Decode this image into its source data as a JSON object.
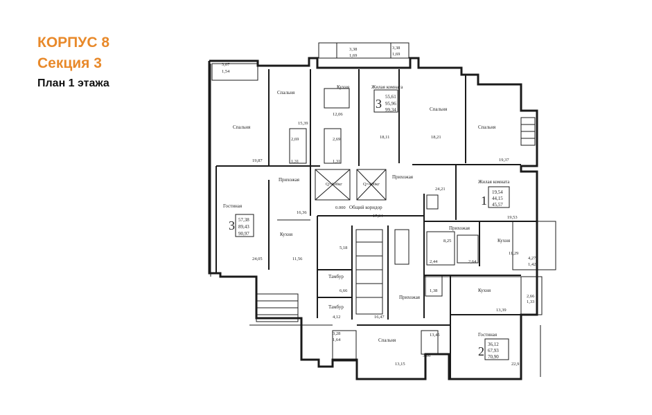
{
  "header": {
    "building": "КОРПУС 8",
    "section": "Секция 3",
    "plan": "План 1 этажа"
  },
  "colors": {
    "accent": "#e8892a",
    "lines": "#1a1a1a"
  },
  "plan": {
    "rooms": {
      "bedroom_nw": "Спальня",
      "bedroom_n2": "Спальня",
      "kitchen_n": "Кухня",
      "living_n": "Жилая комната",
      "bedroom_ne1": "Спальня",
      "bedroom_ne2": "Спальня",
      "hall_nw": "Прихожая",
      "lounge_w": "Гостиная",
      "kitchen_w": "Кухня",
      "corridor_label": "Общий коридор",
      "hall_center": "Прихожая",
      "living_e": "Жилая комната",
      "hall_e": "Прихожая",
      "kitchen_e": "Кухня",
      "vestibule1": "Тамбур",
      "vestibule2": "Тамбур",
      "hall_s": "Прихожая",
      "kitchen_se": "Кухня",
      "bedroom_s": "Спальня",
      "lounge_se": "Гостиная"
    },
    "areas": {
      "a3_07": "3,07",
      "a1_54": "1,54",
      "a3_38a": "3,38",
      "a1_69a": "1,69",
      "a3_38b": "3,38",
      "a1_69b": "1,69",
      "a15_39": "15,39",
      "a19_87": "19,87",
      "a2_69a": "2,69",
      "a1_31a": "1,31",
      "a12_06": "12,06",
      "a2_69b": "2,69",
      "a1_31b": "1,31",
      "a18_11": "18,11",
      "a18_21": "18,21",
      "a19_37": "19,37",
      "a24_21": "24,21",
      "a16_36": "16,36",
      "a17_34": "17,34",
      "a19_53": "19,53",
      "a24_05": "24,05",
      "a11_56": "11,56",
      "a5_18": "5,18",
      "a8_25": "8,25",
      "a2_44": "2,44",
      "a2_64": "2,64",
      "a11_29": "11,29",
      "a4_27": "4,27",
      "a1_42": "1,42",
      "a6_66": "6,66",
      "a1_38": "1,38",
      "a2_66": "2,66",
      "a1_33": "1,33",
      "a4_12": "4,12",
      "a16_47": "16,47",
      "a13_39": "13,39",
      "a3_28": "3,28",
      "a1_64": "1,64",
      "a13_45": "13,45",
      "a3_66": "3,66",
      "a13_15": "13,15",
      "a22_9": "22,9",
      "zero": "0.000",
      "lift1": "Q=400кг",
      "lift2": "Q=400кг"
    },
    "apartments": [
      {
        "rooms": "3",
        "areas": [
          "55,61",
          "95,96",
          "99,34"
        ]
      },
      {
        "rooms": "3",
        "areas": [
          "57,38",
          "89,43",
          "90,97"
        ]
      },
      {
        "rooms": "1",
        "areas": [
          "19,54",
          "44,15",
          "45,57"
        ]
      },
      {
        "rooms": "2",
        "areas": [
          "36,12",
          "67,93",
          "70,90"
        ]
      }
    ]
  }
}
